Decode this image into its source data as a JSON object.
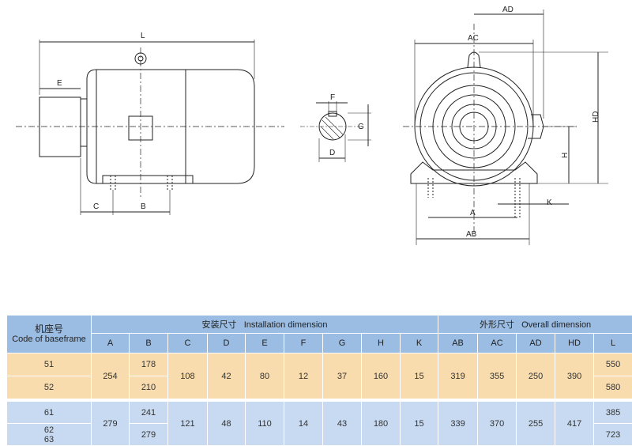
{
  "diagram": {
    "side_view": {
      "L": "L",
      "E": "E",
      "C": "C",
      "B": "B"
    },
    "shaft_section": {
      "F": "F",
      "G": "G",
      "D": "D"
    },
    "end_view": {
      "AD": "AD",
      "AC": "AC",
      "HD": "HD",
      "H": "H",
      "K": "K",
      "A": "A",
      "AB": "AB"
    }
  },
  "table": {
    "code_header_cn": "机座号",
    "code_header_en": "Code of baseframe",
    "install_header": "安装尺寸   Installation dimension",
    "overall_header": "外形尺寸   Overall dimension",
    "columns": [
      "A",
      "B",
      "C",
      "D",
      "E",
      "F",
      "G",
      "H",
      "K",
      "AB",
      "AC",
      "AD",
      "HD",
      "L"
    ],
    "group1": {
      "codes": [
        "51",
        "52"
      ],
      "A": "254",
      "B": [
        "178",
        "210"
      ],
      "C": "108",
      "D": "42",
      "E": "80",
      "F": "12",
      "G": "37",
      "H": "160",
      "K": "15",
      "AB": "319",
      "AC": "355",
      "AD": "250",
      "HD": "390",
      "L": [
        "550",
        "580"
      ]
    },
    "group2": {
      "codes": [
        "61",
        "62\n63"
      ],
      "A": "279",
      "B": [
        "241",
        "279"
      ],
      "C": "121",
      "D": "48",
      "E": "110",
      "F": "14",
      "G": "43",
      "H": "180",
      "K": "15",
      "AB": "339",
      "AC": "370",
      "AD": "255",
      "HD": "417",
      "L": [
        "385",
        "723"
      ]
    }
  }
}
